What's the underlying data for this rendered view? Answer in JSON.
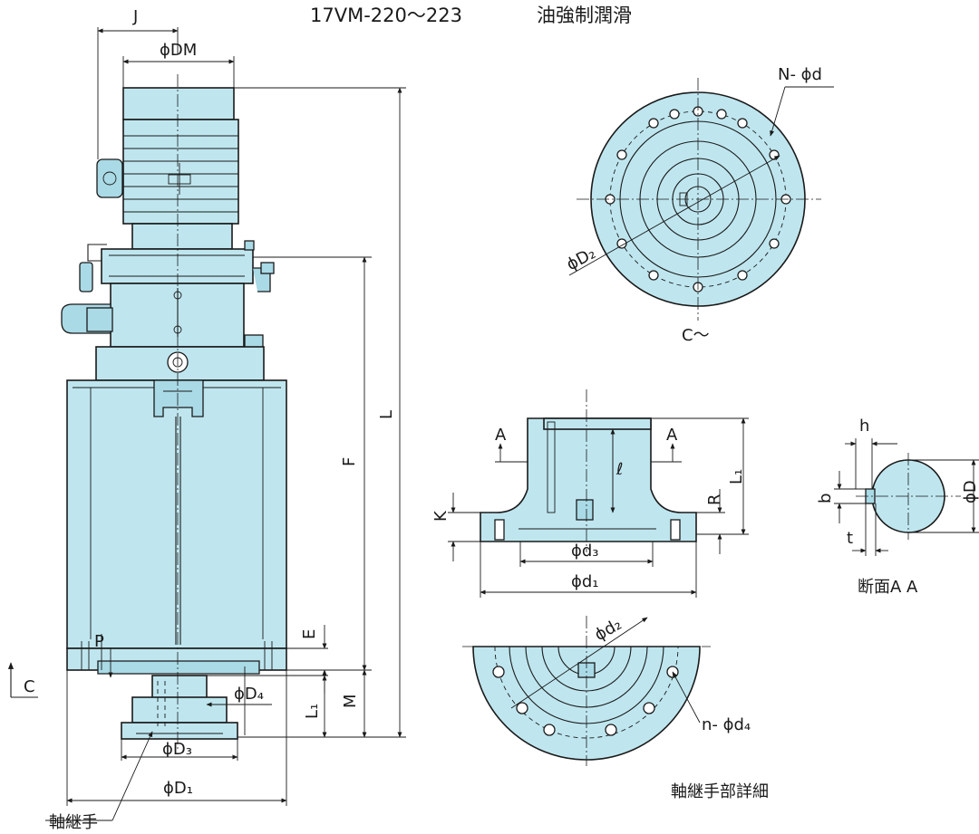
{
  "title": {
    "model": "17VM-220～223",
    "lubrication": "油強制潤滑"
  },
  "labels": {
    "J": "J",
    "DM": "ϕDM",
    "L": "L",
    "F": "F",
    "E": "E",
    "M": "M",
    "L1_main": "L₁",
    "P": "P",
    "C_arrow": "C",
    "D4": "ϕD₄",
    "D3": "ϕD₃",
    "D1": "ϕD₁",
    "coupling": "軸継手",
    "N_d": "N- ϕd",
    "D2": "ϕD₂",
    "C_view": "C～",
    "A_left": "A",
    "A_right": "A",
    "K": "K",
    "R": "R",
    "L1_detail": "L₁",
    "ell": "ℓ",
    "d3": "ϕd₃",
    "d1": "ϕd₁",
    "h": "h",
    "b": "b",
    "t": "t",
    "D_section": "ϕD",
    "section_AA": "断面A A",
    "d2": "ϕd₂",
    "n_d4": "n- ϕd₄",
    "coupling_detail": "軸継手部詳細"
  },
  "colors": {
    "fill": "#bfe6ef",
    "fill_dark": "#a9dae6",
    "line": "#1a1a1a"
  }
}
